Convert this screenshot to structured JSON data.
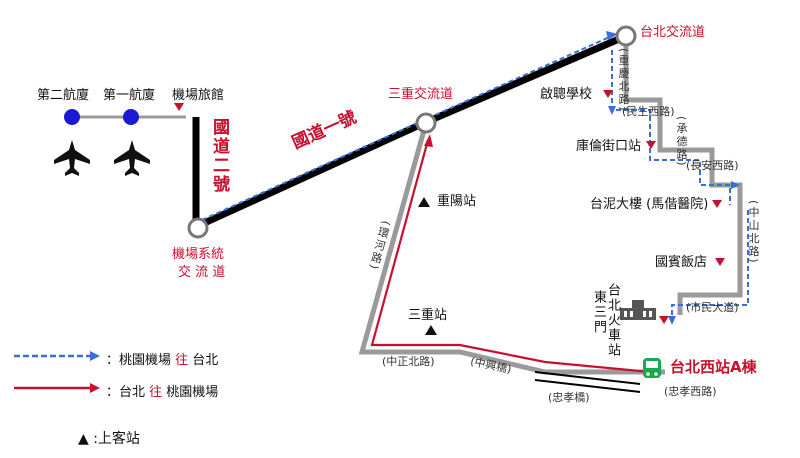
{
  "terminals": {
    "t2": "第二航廈",
    "t1": "第一航廈",
    "hotel": "機場旅館"
  },
  "highways": {
    "national2": "國道二號",
    "national1": "國道一號"
  },
  "interchanges": {
    "airport_1": "機場系統",
    "airport_2": "交 流 道",
    "sanchong": "三重交流道",
    "taipei": "台北交流道"
  },
  "stops": {
    "chongyang": "重陽站",
    "sanchong": "三重站",
    "qizhao": "啟聰學校",
    "kunlun": "庫倫街口站",
    "cement": "台泥大樓 (馬偕醫院)",
    "ambassador": "國賓飯店",
    "east3": "東三門",
    "tms": "台北火車站",
    "terminal": "台北西站A棟"
  },
  "roads": {
    "chongqing": "(重慶北路)",
    "minsheng": "(民生西路)",
    "changan": "(長安西路)",
    "chengde": "(承德路)",
    "zhongshan": "(中山北路)",
    "zhongzheng": "(中正北路)",
    "zhongxing": "(中興橋)",
    "zhongxiao": "(忠孝西路)",
    "zhongxiao_bridge": "(忠孝橋)",
    "huanhe": "(環河路)",
    "shixia": "(市民大道)"
  },
  "legend": {
    "blue_prefix": "：桃園機場 ",
    "blue_mid": "往",
    "blue_suffix": " 台北",
    "red_prefix": "：台北 ",
    "red_mid": "往",
    "red_suffix": " 桃園機場",
    "stop": "▲ :上客站"
  },
  "colors": {
    "highway": "#000000",
    "route_red": "#c8102e",
    "route_blue": "#3a6fd8",
    "road_gray": "#9a9a9a",
    "node_blue": "#1a1ad0",
    "station_green": "#19a84a"
  }
}
